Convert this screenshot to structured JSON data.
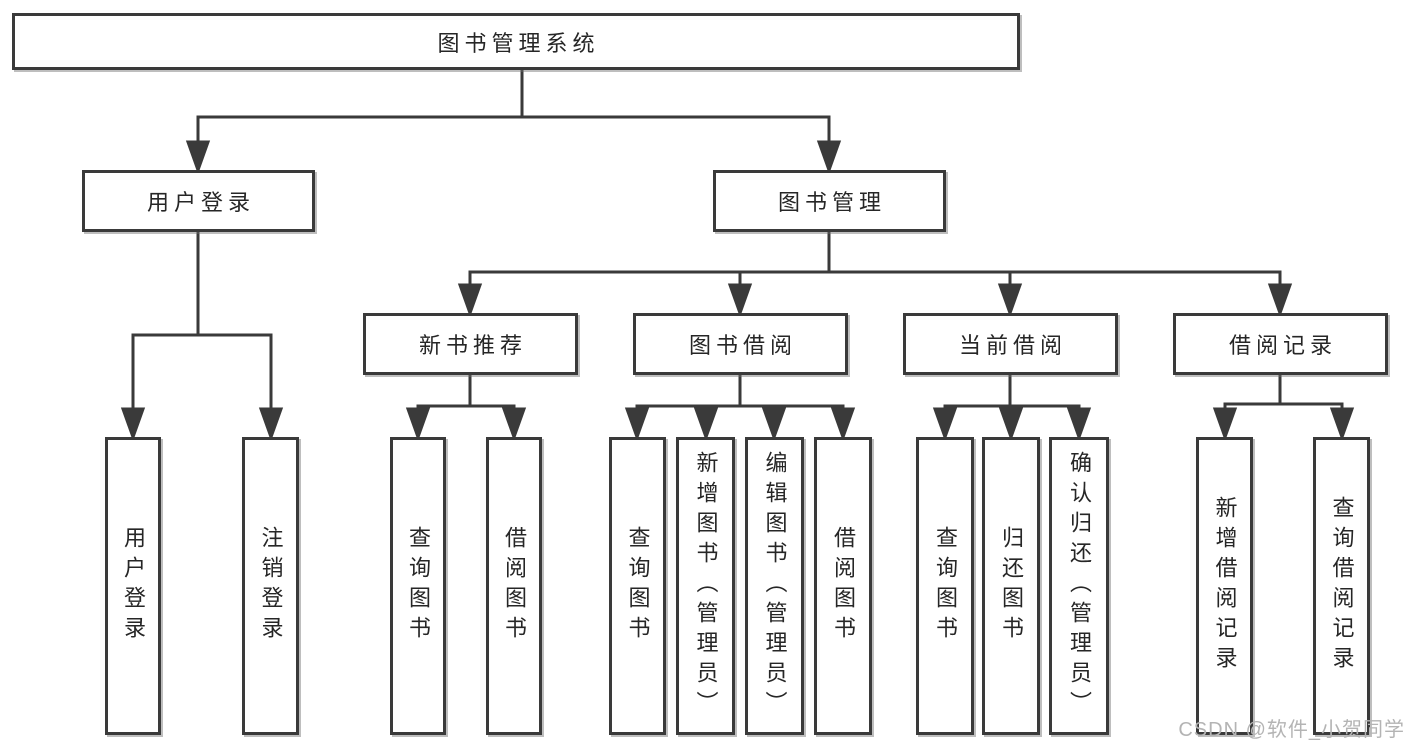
{
  "diagram": {
    "type": "hierarchy-tree",
    "title": "图书管理系统",
    "nodes": {
      "root": {
        "label": "图书管理系统"
      },
      "user_login": {
        "label": "用户登录"
      },
      "book_mgmt": {
        "label": "图书管理"
      },
      "new_book_rec": {
        "label": "新书推荐"
      },
      "book_borrow": {
        "label": "图书借阅"
      },
      "current_borrow": {
        "label": "当前借阅"
      },
      "borrow_records": {
        "label": "借阅记录"
      },
      "leaf_login": {
        "label": "用户登录"
      },
      "leaf_logout": {
        "label": "注销登录"
      },
      "leaf_query_1": {
        "label": "查询图书"
      },
      "leaf_borrow_1": {
        "label": "借阅图书"
      },
      "leaf_query_2": {
        "label": "查询图书"
      },
      "leaf_add_admin": {
        "label": "新增图书（管理员）"
      },
      "leaf_edit_admin": {
        "label": "编辑图书（管理员）"
      },
      "leaf_borrow_2": {
        "label": "借阅图书"
      },
      "leaf_query_3": {
        "label": "查询图书"
      },
      "leaf_return": {
        "label": "归还图书"
      },
      "leaf_confirm_admin": {
        "label": "确认归还（管理员）"
      },
      "leaf_add_record": {
        "label": "新增借阅记录"
      },
      "leaf_query_record": {
        "label": "查询借阅记录"
      }
    },
    "tree": {
      "图书管理系统": {
        "用户登录": [
          "用户登录",
          "注销登录"
        ],
        "图书管理": {
          "新书推荐": [
            "查询图书",
            "借阅图书"
          ],
          "图书借阅": [
            "查询图书",
            "新增图书（管理员）",
            "编辑图书（管理员）",
            "借阅图书"
          ],
          "当前借阅": [
            "查询图书",
            "归还图书",
            "确认归还（管理员）"
          ],
          "借阅记录": [
            "新增借阅记录",
            "查询借阅记录"
          ]
        }
      }
    },
    "colors": {
      "line": "#3a3a3a",
      "box_border": "#3a3a3a",
      "box_fill": "#ffffff",
      "text": "#262626",
      "watermark": "#b4b4b4",
      "background": "#ffffff"
    },
    "watermark": "CSDN @软件_小贺同学"
  }
}
